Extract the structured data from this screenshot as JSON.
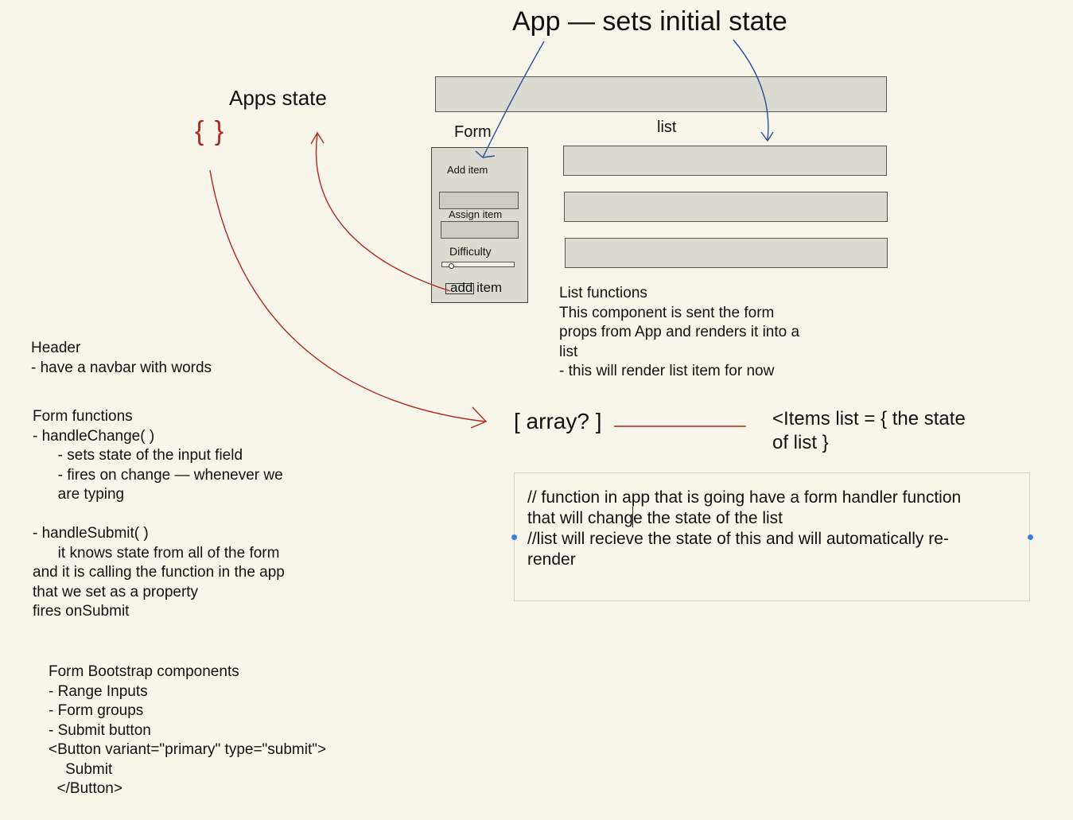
{
  "title": "App — sets initial state",
  "apps_state": {
    "label": "Apps state",
    "braces": "{ }"
  },
  "form_mock": {
    "label": "Form",
    "add_item": "Add item",
    "assign_item": "Assign item",
    "difficulty": "Difficulty",
    "add_item_button": "add item"
  },
  "list_label": "list",
  "list_functions": {
    "lines": [
      "List functions",
      "This component is sent the form",
      "props from App and renders it into a",
      "list",
      "- this will render list item for now"
    ]
  },
  "header_notes": {
    "lines": [
      "Header",
      "- have a navbar with words"
    ]
  },
  "form_functions": {
    "lines": [
      "Form functions",
      "- handleChange( )",
      "      - sets state of the input field",
      "      - fires on change — whenever we",
      "      are typing",
      "",
      "- handleSubmit( )",
      "      it knows state from all of the form",
      "and it is calling the function in the app",
      "that we set as a property",
      "fires onSubmit"
    ]
  },
  "bootstrap_notes": {
    "lines": [
      "Form Bootstrap components",
      "- Range Inputs",
      "- Form groups",
      "- Submit button",
      "<Button variant=\"primary\" type=\"submit\">",
      "    Submit",
      "  </Button>"
    ]
  },
  "array_label": "[ array? ]",
  "items_list": {
    "lines": [
      "<Items list = { the state",
      "of list }"
    ]
  },
  "comment_box": {
    "lines": [
      "// function in app that is going have a form handler function",
      "that will change the state of the list",
      "",
      "//list will recieve the state of this and will automatically re-",
      "render"
    ]
  },
  "colors": {
    "red_ink": "#b0281c",
    "blue_ink": "#2a4d9c",
    "box_fill": "#dcdbd2"
  }
}
